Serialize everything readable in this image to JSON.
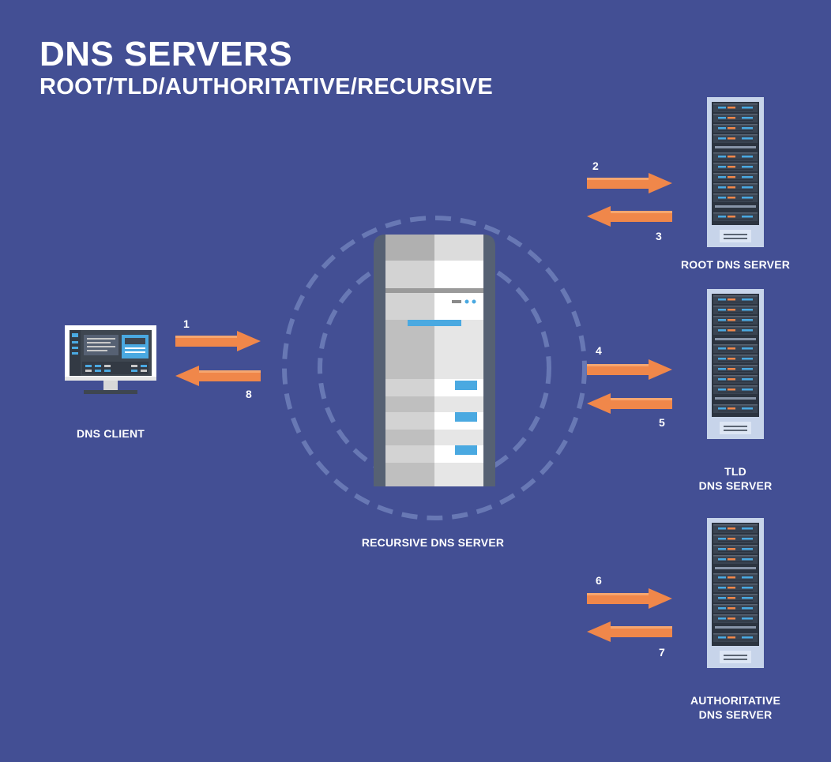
{
  "header": {
    "title": "DNS SERVERS",
    "subtitle": "ROOT/TLD/AUTHORITATIVE/RECURSIVE"
  },
  "nodes": {
    "client": {
      "label": "DNS CLIENT"
    },
    "recursive": {
      "label": "RECURSIVE DNS SERVER"
    },
    "root": {
      "label": "ROOT DNS SERVER"
    },
    "tld": {
      "label_line1": "TLD",
      "label_line2": "DNS SERVER"
    },
    "authoritative": {
      "label_line1": "AUTHORITATIVE",
      "label_line2": "DNS SERVER"
    }
  },
  "steps": [
    "1",
    "2",
    "3",
    "4",
    "5",
    "6",
    "7",
    "8"
  ],
  "colors": {
    "background": "#434f94",
    "arrow": "#f0874a",
    "dashed_ring": "#6878b4",
    "rack_frame": "#c7d4ea",
    "screen_accent": "#4aa9e1"
  }
}
